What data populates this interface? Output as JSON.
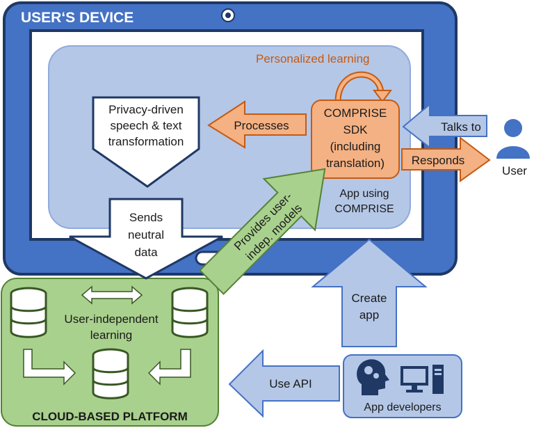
{
  "device": {
    "title": "USER‘S DEVICE"
  },
  "personalized_learning": "Personalized learning",
  "sdk": {
    "lines": [
      "COMPRISE",
      "SDK",
      "(including",
      "translation)"
    ]
  },
  "privacy_box": {
    "lines": [
      "Privacy-driven",
      "speech & text",
      "transformation"
    ]
  },
  "processes": "Processes",
  "talks_to": "Talks to",
  "responds": "Responds",
  "user_label": "User",
  "app_label": {
    "lines": [
      "App using",
      "COMPRISE"
    ]
  },
  "sends_neutral": {
    "lines": [
      "Sends",
      "neutral",
      "data"
    ]
  },
  "provides_models": {
    "lines": [
      "Provides user-",
      "indep. models"
    ]
  },
  "cloud": {
    "learning": {
      "lines": [
        "User-independent",
        "learning"
      ]
    },
    "title": "CLOUD-BASED PLATFORM"
  },
  "create_app": {
    "lines": [
      "Create",
      "app"
    ]
  },
  "use_api": "Use API",
  "app_developers": "App developers",
  "colors": {
    "device_blue": "#4472c4",
    "device_border": "#1f3864",
    "app_area": "#b4c7e7",
    "orange": "#f4b183",
    "orange_text": "#c55a11",
    "green": "#a9d18e",
    "green_border": "#548235",
    "arrow_blue": "#b4c7e7"
  }
}
